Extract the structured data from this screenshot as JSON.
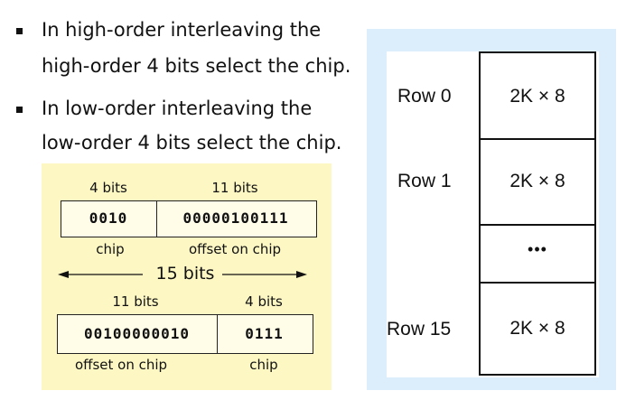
{
  "bullets": [
    {
      "line1": "In high-order interleaving the",
      "line2": "high-order 4 bits select the chip."
    },
    {
      "line1": "In low-order interleaving the",
      "line2": "low-order 4 bits select the chip."
    }
  ],
  "high_order": {
    "top_labels": [
      "4 bits",
      "11 bits"
    ],
    "fields": [
      "0010",
      "00000100111"
    ],
    "bottom_labels": [
      "chip",
      "offset on chip"
    ],
    "total": "15 bits"
  },
  "low_order": {
    "top_labels": [
      "11 bits",
      "4 bits"
    ],
    "fields": [
      "00100000010",
      "0111"
    ],
    "bottom_labels": [
      "offset on chip",
      "chip"
    ]
  },
  "memory": {
    "rows": [
      {
        "label": "Row 0",
        "cell": "2K × 8"
      },
      {
        "label": "Row 1",
        "cell": "2K × 8"
      },
      {
        "label": "",
        "cell": "•••"
      },
      {
        "label": "Row 15",
        "cell": "2K × 8"
      }
    ]
  }
}
